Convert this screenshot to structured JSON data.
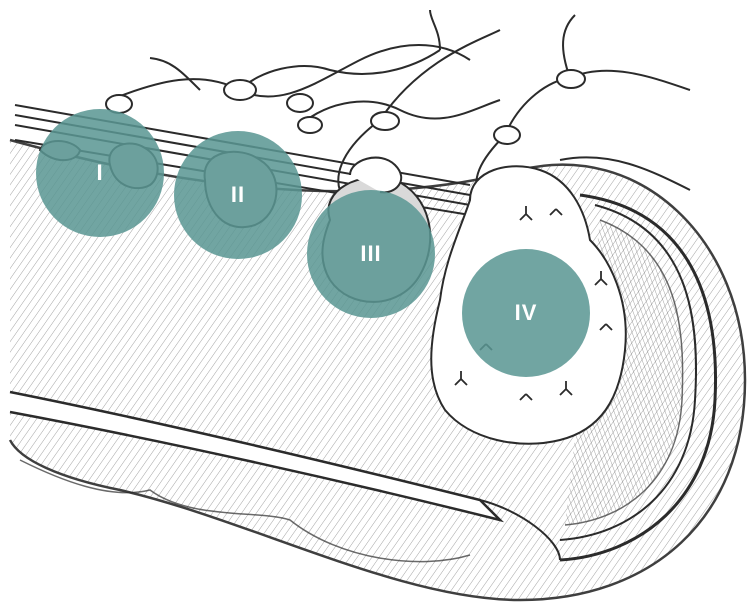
{
  "stages": [
    {
      "label": "I"
    },
    {
      "label": "II"
    },
    {
      "label": "III"
    },
    {
      "label": "IV"
    }
  ],
  "colors": {
    "marker_fill": "#5a9693",
    "marker_text": "#ffffff",
    "ink": "#2b2b2b",
    "shading": "#9a9a9a"
  }
}
